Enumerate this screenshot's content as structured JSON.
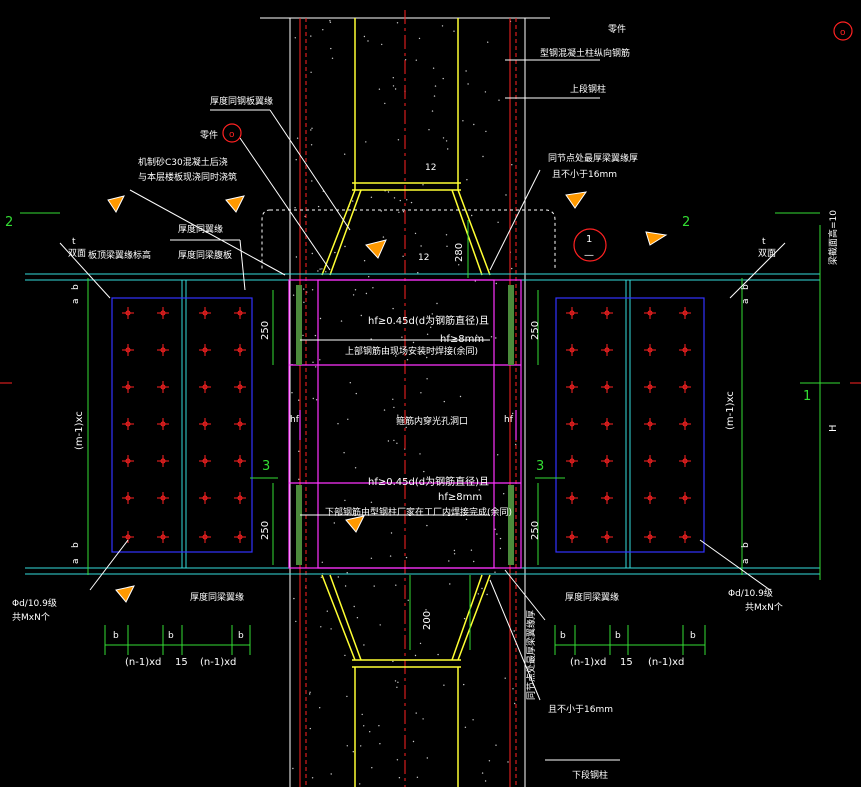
{
  "colors": {
    "background": "#000000",
    "white": "#ffffff",
    "yellow": "#ffff33",
    "magenta": "#ff33ff",
    "blue": "#3333ff",
    "red": "#ff2222",
    "green": "#33dd33",
    "cyan": "#33dddd",
    "orange": "#ff9900",
    "dark_red": "#cc2222"
  },
  "labels": {
    "parts": "零件",
    "section_steel_rebar": "型钢混凝土柱纵向钢筋",
    "upper_steel_column": "上段钢柱",
    "equal_thickness_flange": "厚度同钢板翼缘",
    "parts2": "零件",
    "concrete_c30_a": "机制砂C30混凝土后浇",
    "concrete_c30_b": "与本层楼板现浇同时浇筑",
    "thickness_equal_flange2": "厚度同翼缘",
    "thickness_equal_web": "厚度同梁腹板",
    "stiffener_a": "同节点处最厚梁翼缘厚",
    "stiffener_b": "且不小于16mm",
    "dim_12_top": "12",
    "dim_12_mid": "12",
    "dim_280_top": "280",
    "t_left": "t",
    "double_left": "双面",
    "t_right": "t",
    "double_right": "双面",
    "top_beam_flange_level": "板顶梁翼缘标高",
    "beam_height_right": "梁截面高=10",
    "b_labels": [
      "b",
      "a",
      "b",
      "a"
    ],
    "dim_250_upper": "250",
    "dim_250_upper_r": "250",
    "weld_upper_a": "hf≥0.45d(d为钢筋直径)且",
    "weld_upper_b": "hf≥8mm",
    "weld_upper_c": "上部钢筋由现场安装时焊接(余同)",
    "hf_left": "hf",
    "hf_right": "hf",
    "mid_note": "箍筋内穿光孔洞口",
    "weld_lower_a": "hf≥0.45d(d为钢筋直径)且",
    "weld_lower_b": "hf≥8mm",
    "weld_lower_c": "下部钢筋由型钢柱厂家在工厂内焊接完成(余同)",
    "dim_250_lower": "250",
    "dim_250_lower_r": "250",
    "axis_2_left": "2",
    "axis_2_right": "2",
    "axis_3_left": "3",
    "axis_3_right": "3",
    "axis_1_right": "1",
    "section_1_top": "1",
    "section_1_bottom": "—",
    "m1xc_left": "(m-1)xc",
    "m1xc_right": "(m-1)xc",
    "H_label": "H",
    "bolt_left_a": "Φd/10.9级",
    "bolt_left_b": "共MxN个",
    "bolt_right_a": "Φd/10.9级",
    "bolt_right_b": "共MxN个",
    "flange_bottom_left": "厚度同梁翼缘",
    "flange_bottom_right": "厚度同梁翼缘",
    "dim_200_bottom": "200",
    "stiffener_low_a": "同节点处最厚梁翼缘厚",
    "stiffener_low_b": "且不小于16mm",
    "lower_steel_column": "下段钢柱",
    "b_dims": [
      "b",
      "b",
      "b",
      "b"
    ],
    "nxd_left": "(n-1)xd",
    "gap_15_left": "15",
    "nxd_left2": "(n-1)xd",
    "nxd_right": "(n-1)xd",
    "gap_15_right": "15",
    "nxd_right2": "(n-1)xd",
    "circle_o_top": "o",
    "circle_o_right": "o"
  }
}
